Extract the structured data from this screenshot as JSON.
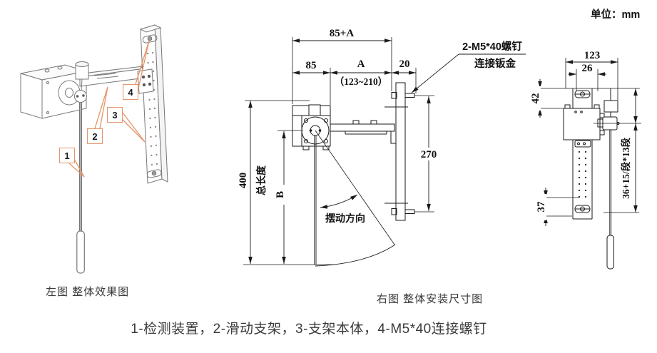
{
  "unit": {
    "label": "单位：mm"
  },
  "left_view": {
    "caption": "左图 整体效果图",
    "callouts": {
      "c1": "1",
      "c2": "2",
      "c3": "3",
      "c4": "4"
    }
  },
  "middle_view": {
    "caption": "右图 整体安装尺寸图",
    "dim_total_width": "85+A",
    "dim_85": "85",
    "dim_A": "A",
    "dim_A_range": "（123~210）",
    "dim_20": "20",
    "dim_270": "270",
    "dim_400": "400",
    "label_total_length": "总长度",
    "dim_B": "B",
    "label_swing_direction": "摆动方向",
    "note_screw_line1": "2-M5*40螺钉",
    "note_screw_line2": "连接钣金"
  },
  "right_view": {
    "dim_123": "123",
    "dim_26": "26",
    "dim_42": "42",
    "dim_37": "37",
    "dim_segments": "36+15/段*13段"
  },
  "legend": {
    "caption": "1-检测装置，2-滑动支架，3-支架本体，4-M5*40连接螺钉"
  },
  "colors": {
    "callout_accent": "#E8946A",
    "drawing_line": "#1a1a1a",
    "iso_line": "#787878"
  }
}
